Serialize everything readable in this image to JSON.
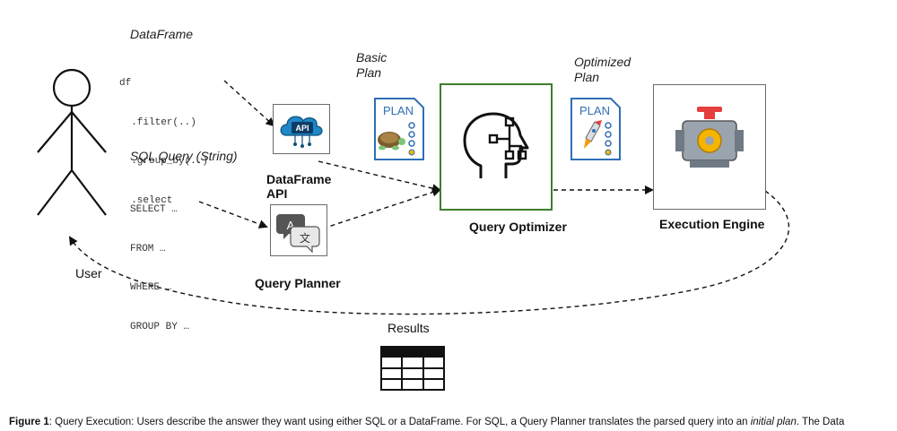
{
  "labels": {
    "dataframe": "DataFrame",
    "sql_query": "SQL Query (String)",
    "basic_plan_line1": "Basic",
    "basic_plan_line2": "Plan",
    "optimized_plan_line1": "Optimized",
    "optimized_plan_line2": "Plan",
    "dataframe_api_line1": "DataFrame",
    "dataframe_api_line2": "API",
    "query_planner": "Query Planner",
    "query_optimizer": "Query Optimizer",
    "execution_engine": "Execution Engine",
    "user": "User",
    "results": "Results"
  },
  "code": {
    "dataframe_lines": [
      "df",
      "  .filter(..)",
      "  .group_by(..)",
      "  .select"
    ],
    "sql_lines": [
      "SELECT …",
      "FROM …",
      "WHERE …",
      "GROUP BY …"
    ]
  },
  "icons": {
    "api_badge": "API",
    "plan_word": "PLAN",
    "translate_a": "A",
    "translate_b": "文"
  },
  "caption": {
    "figure_label": "Figure 1",
    "text_1": ": Query Execution: Users describe the answer they want using either SQL or a DataFrame. For SQL, a Query Planner translates the parsed query into an ",
    "text_italic": "initial plan",
    "text_2": ". The Data"
  },
  "colors": {
    "optimizer_border": "#3e7d2b",
    "plan_blue": "#2f6fb5",
    "api_cloud": "#1e88c7",
    "engine_red": "#e63d3d"
  }
}
